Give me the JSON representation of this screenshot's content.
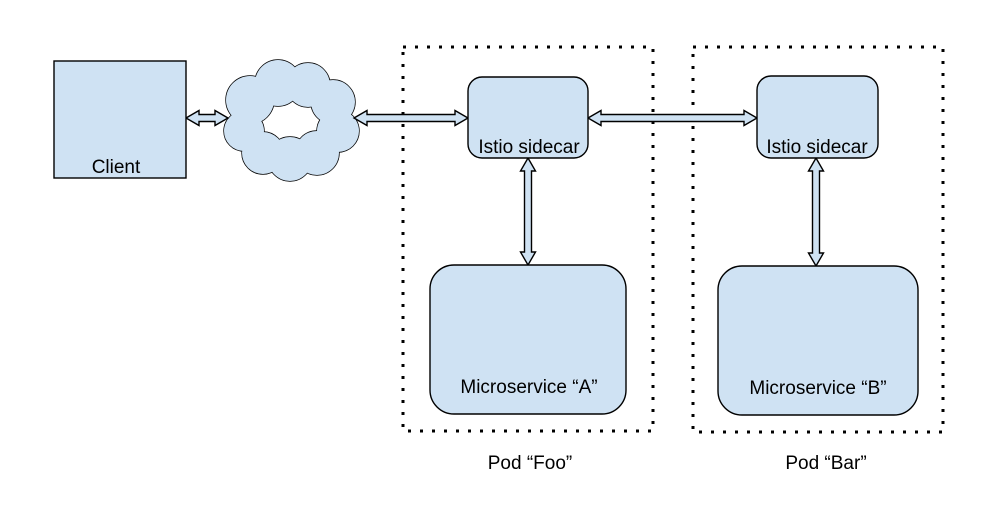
{
  "colors": {
    "background": "#ffffff",
    "shape-fill": "#cfe2f3",
    "shape-stroke": "#000000",
    "pod-border": "#000000",
    "text-color": "#000000"
  },
  "nodes": {
    "client": {
      "label": "Client"
    },
    "cloud": {
      "label": ""
    },
    "sidecar_foo": {
      "label": "Istio sidecar"
    },
    "sidecar_bar": {
      "label": "Istio sidecar"
    },
    "microservice_a": {
      "label": "Microservice “A”"
    },
    "microservice_b": {
      "label": "Microservice “B”"
    }
  },
  "groups": {
    "pod_foo": {
      "label": "Pod “Foo”"
    },
    "pod_bar": {
      "label": "Pod “Bar”"
    }
  },
  "edges": [
    {
      "from": "client",
      "to": "cloud",
      "style": "double-headed-arrow"
    },
    {
      "from": "cloud",
      "to": "sidecar_foo",
      "style": "double-headed-arrow"
    },
    {
      "from": "sidecar_foo",
      "to": "sidecar_bar",
      "style": "double-headed-arrow"
    },
    {
      "from": "sidecar_foo",
      "to": "microservice_a",
      "style": "double-headed-arrow"
    },
    {
      "from": "sidecar_bar",
      "to": "microservice_b",
      "style": "double-headed-arrow"
    }
  ]
}
